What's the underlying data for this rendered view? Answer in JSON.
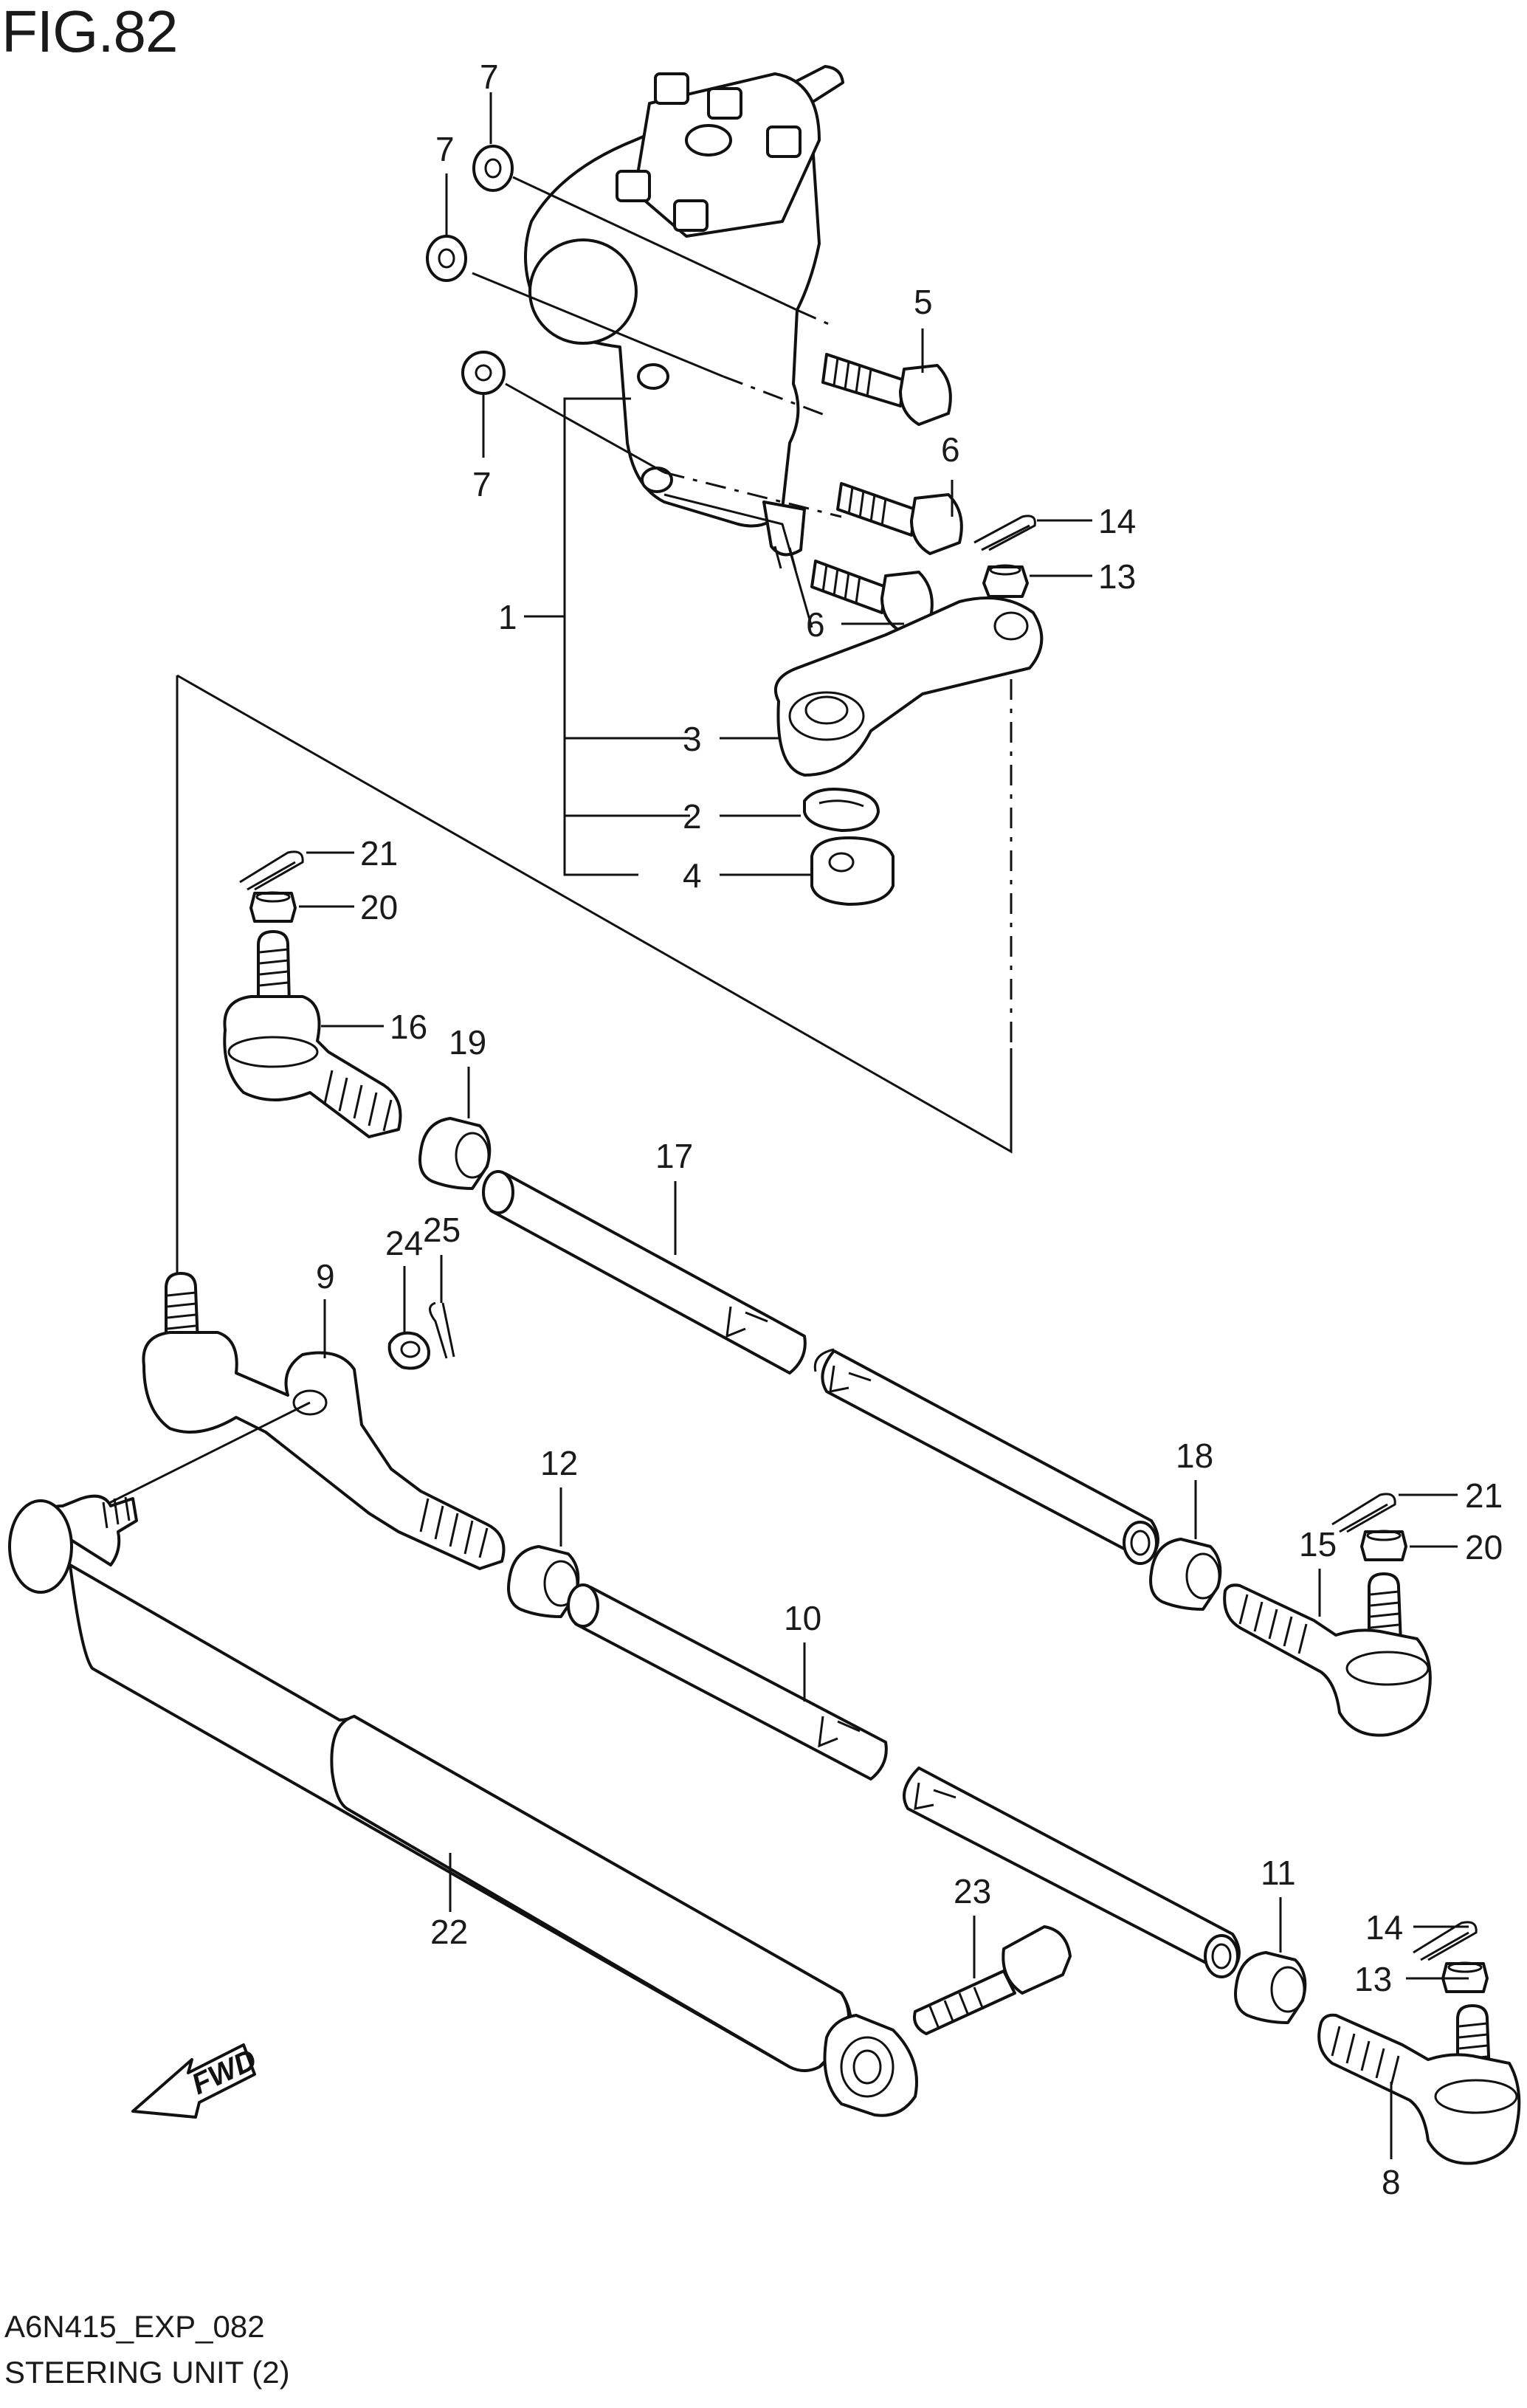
{
  "figure": {
    "title": "FIG.82",
    "code": "A6N415_EXP_082",
    "name": "STEERING UNIT (2)"
  },
  "direction_label": "FWD",
  "callouts": [
    "7",
    "7",
    "7",
    "5",
    "6",
    "6",
    "14",
    "13",
    "1",
    "3",
    "2",
    "4",
    "21",
    "20",
    "16",
    "19",
    "17",
    "25",
    "24",
    "9",
    "12",
    "10",
    "18",
    "21",
    "20",
    "15",
    "11",
    "14",
    "13",
    "8",
    "23",
    "22"
  ]
}
